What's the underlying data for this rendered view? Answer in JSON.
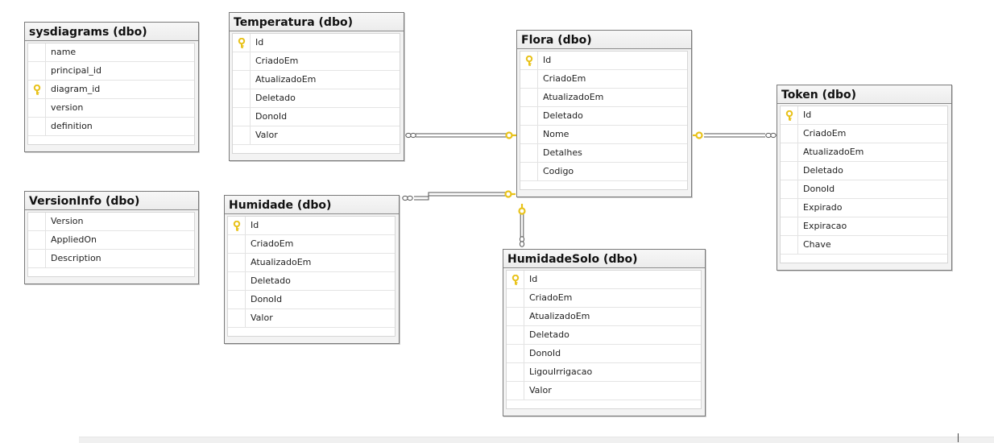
{
  "tables": [
    {
      "title": "sysdiagrams (dbo)",
      "columns": [
        {
          "name": "name",
          "pk": false
        },
        {
          "name": "principal_id",
          "pk": false
        },
        {
          "name": "diagram_id",
          "pk": true
        },
        {
          "name": "version",
          "pk": false
        },
        {
          "name": "definition",
          "pk": false
        }
      ]
    },
    {
      "title": "VersionInfo (dbo)",
      "columns": [
        {
          "name": "Version",
          "pk": false
        },
        {
          "name": "AppliedOn",
          "pk": false
        },
        {
          "name": "Description",
          "pk": false
        }
      ]
    },
    {
      "title": "Temperatura (dbo)",
      "columns": [
        {
          "name": "Id",
          "pk": true
        },
        {
          "name": "CriadoEm",
          "pk": false
        },
        {
          "name": "AtualizadoEm",
          "pk": false
        },
        {
          "name": "Deletado",
          "pk": false
        },
        {
          "name": "DonoId",
          "pk": false
        },
        {
          "name": "Valor",
          "pk": false
        }
      ]
    },
    {
      "title": "Humidade (dbo)",
      "columns": [
        {
          "name": "Id",
          "pk": true
        },
        {
          "name": "CriadoEm",
          "pk": false
        },
        {
          "name": "AtualizadoEm",
          "pk": false
        },
        {
          "name": "Deletado",
          "pk": false
        },
        {
          "name": "DonoId",
          "pk": false
        },
        {
          "name": "Valor",
          "pk": false
        }
      ]
    },
    {
      "title": "Flora (dbo)",
      "columns": [
        {
          "name": "Id",
          "pk": true
        },
        {
          "name": "CriadoEm",
          "pk": false
        },
        {
          "name": "AtualizadoEm",
          "pk": false
        },
        {
          "name": "Deletado",
          "pk": false
        },
        {
          "name": "Nome",
          "pk": false
        },
        {
          "name": "Detalhes",
          "pk": false
        },
        {
          "name": "Codigo",
          "pk": false
        }
      ]
    },
    {
      "title": "HumidadeSolo (dbo)",
      "columns": [
        {
          "name": "Id",
          "pk": true
        },
        {
          "name": "CriadoEm",
          "pk": false
        },
        {
          "name": "AtualizadoEm",
          "pk": false
        },
        {
          "name": "Deletado",
          "pk": false
        },
        {
          "name": "DonoId",
          "pk": false
        },
        {
          "name": "LigouIrrigacao",
          "pk": false
        },
        {
          "name": "Valor",
          "pk": false
        }
      ]
    },
    {
      "title": "Token (dbo)",
      "columns": [
        {
          "name": "Id",
          "pk": true
        },
        {
          "name": "CriadoEm",
          "pk": false
        },
        {
          "name": "AtualizadoEm",
          "pk": false
        },
        {
          "name": "Deletado",
          "pk": false
        },
        {
          "name": "DonoId",
          "pk": false
        },
        {
          "name": "Expirado",
          "pk": false
        },
        {
          "name": "Expiracao",
          "pk": false
        },
        {
          "name": "Chave",
          "pk": false
        }
      ]
    }
  ],
  "relationships": [
    {
      "from": "Flora (dbo)",
      "to": "Temperatura (dbo)"
    },
    {
      "from": "Flora (dbo)",
      "to": "Humidade (dbo)"
    },
    {
      "from": "Flora (dbo)",
      "to": "HumidadeSolo (dbo)"
    },
    {
      "from": "Flora (dbo)",
      "to": "Token (dbo)"
    }
  ],
  "colors": {
    "key": "#e8c21a",
    "line": "#555555",
    "border": "#7a7a7a"
  }
}
